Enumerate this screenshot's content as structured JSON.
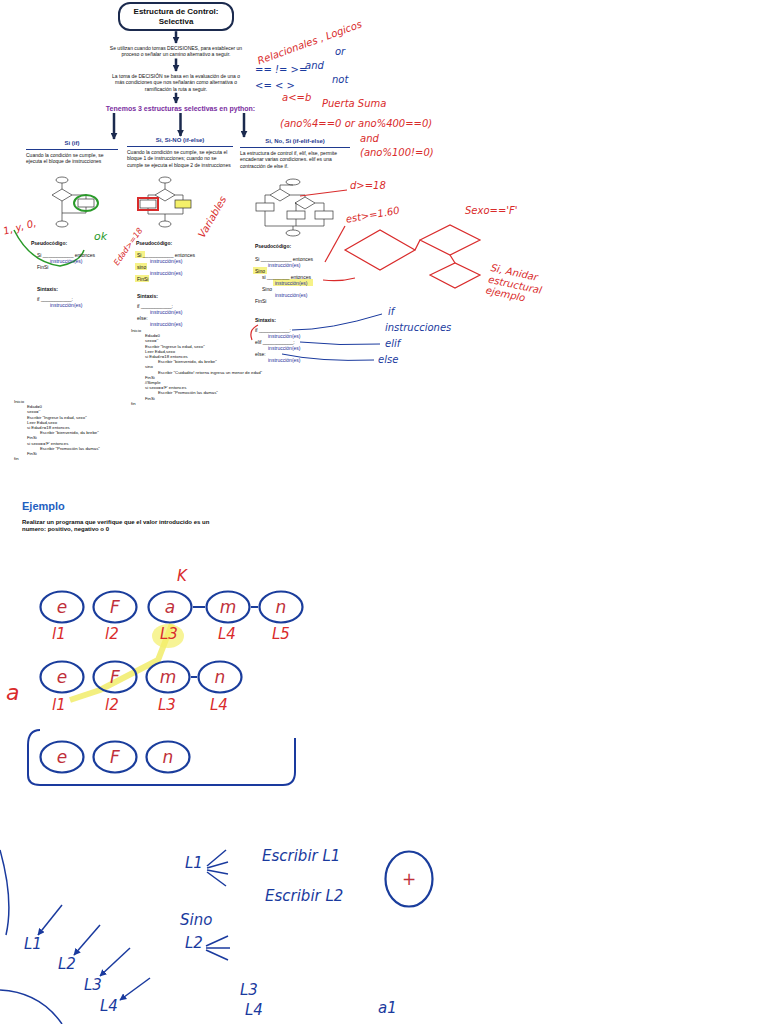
{
  "diagram": {
    "title": "Estructura de Control: Selectiva",
    "nodes": [
      {
        "text": [
          "Estructura de Control: Selectiva"
        ]
      },
      {
        "text": [
          "Se utilizan cuando tomas DECISIONES, para establecer un proceso o señalar un camino alternativo a seguir."
        ]
      },
      {
        "text": [
          "La toma de DECISIÓN se basa en la evaluación de una o más condiciones que nos señalarán como alternativa o ramificación la ruta a seguir."
        ]
      },
      {
        "text": [
          "Tenemos 3 estructuras selectivas en python:"
        ]
      },
      {
        "text": [
          "Si (if)",
          "Cuando la condición se cumple, se ejecuta el bloque de instrucciones"
        ]
      },
      {
        "text": [
          "Si, Si-NO (if-else)",
          "Cuando la condición se cumple, se ejecuta el bloque 1 de instrucciones; cuando no se cumple se ejecuta el bloque 2 de instrucciones"
        ]
      },
      {
        "text": [
          "Si, No, Si (if-elif-else)",
          "La estructura de control if, elif, else, permite encadenar varias condiciones. elif es una contracción de else if."
        ]
      },
      {
        "text": [
          "e"
        ]
      },
      {
        "text": [
          "F"
        ]
      },
      {
        "text": [
          "a"
        ]
      },
      {
        "text": [
          "m"
        ]
      },
      {
        "text": [
          "n"
        ]
      },
      {
        "text": [
          "e"
        ]
      },
      {
        "text": [
          "F"
        ]
      },
      {
        "text": [
          "m"
        ]
      },
      {
        "text": [
          "n"
        ]
      },
      {
        "text": [
          "e"
        ]
      },
      {
        "text": [
          "F"
        ]
      },
      {
        "text": [
          "n"
        ]
      },
      {
        "text": [
          "+"
        ]
      }
    ],
    "edges": [
      {
        "from": 0,
        "to": 1,
        "arrow": "to"
      },
      {
        "from": 1,
        "to": 2,
        "arrow": "to"
      },
      {
        "from": 2,
        "to": 3,
        "arrow": "to"
      },
      {
        "from": 3,
        "to": 4,
        "arrow": "to"
      },
      {
        "from": 3,
        "to": 5,
        "arrow": "to"
      },
      {
        "from": 3,
        "to": 6,
        "arrow": "to"
      },
      {
        "from": 9,
        "to": 10,
        "arrow": "none"
      },
      {
        "from": 10,
        "to": 11,
        "arrow": "none"
      },
      {
        "from": 14,
        "to": 15,
        "arrow": "none"
      }
    ],
    "labels": [
      "Pseudocódigo:",
      "Si ___________ entonces",
      "instrucción(es)",
      "FinSi",
      "Sintaxis:",
      "if ___________:",
      "instrucción(es)",
      "Pseudocódigo:",
      "Si ___________ entonces",
      "instrucción(es)",
      "sino",
      "instrucción(es)",
      "FinSi",
      "Sintaxis:",
      "if ___________:",
      "instrucción(es)",
      "else:",
      "instrucción(es)",
      "Pseudocódigo:",
      "Si ___________ entonces",
      "instrucción(es)",
      "Sino",
      "si ________ entonces",
      "instrucción(es)",
      "Sino",
      "instrucción(es)",
      "FinSi",
      "Sintaxis:",
      "if ___________:",
      "instrucción(es)",
      "elif ___________:",
      "instrucción(es)",
      "else:",
      "instrucción(es)",
      "Inicio",
      "Edad=0",
      "sexo=''",
      "Escribir \"Ingrese la edad, sexo\"",
      "Leer Edad,sexo",
      "si Edad>=18 entonces",
      "Escribir \"bienvenido, da brebe\"",
      "sino",
      "Escribir \"Cuidadito! retorna ingresa un menor de edad\"",
      "FinSi",
      "//Simple",
      "si sexo=='F' entonces",
      "Escribir \"Promoción las damas\"",
      "FinSi",
      "fin",
      "Inicio",
      "Edad=0",
      "sexo=''",
      "Escribir \"Ingrese la edad, sexo\"",
      "Leer Edad,sexo",
      "si Edad>=18 entonces",
      "Escribir \"bienvenido, da brebe\"",
      "FinSi",
      "si sexo=='F' entonces",
      "Escribir \"Promoción las damas\"",
      "FinSi",
      "fin",
      "Ejemplo",
      "Realizar un programa que verifique que el valor introducido es un numero: positivo, negativo o 0",
      "K",
      "l1",
      "l2",
      "L3",
      "L4",
      "L5",
      "a",
      "l1",
      "l2",
      "L3",
      "L4",
      "Relacionales , Logicos",
      "== != >=",
      "and",
      "or",
      "not",
      "<= < >",
      "a<=b",
      "Puerta Suma",
      "(ano%4==0 or ano%400==0)",
      "and",
      "(ano%100!=0)",
      "d>=18",
      "est>=1.60",
      "Sexo=='F'",
      "Si, Anidar estructural ejemplo",
      "Variables",
      "Edad>=18",
      "ok",
      "1, y, 0,",
      "if",
      "instrucciones",
      "elif",
      "else",
      "L1",
      "Escribir L1",
      "Sino",
      "L2",
      "Escribir L2",
      "L3",
      "L4",
      "a1",
      "L1",
      "L2",
      "L3",
      "L4"
    ]
  }
}
